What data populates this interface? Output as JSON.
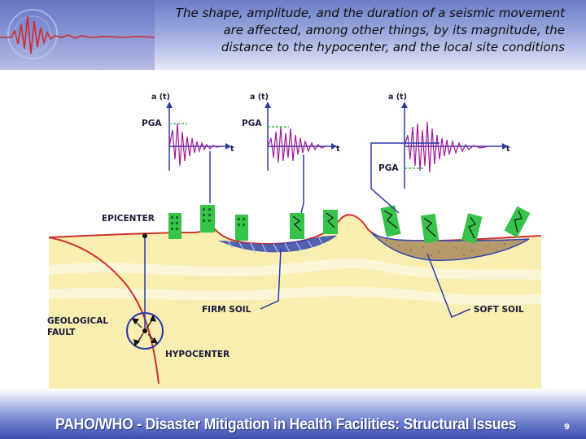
{
  "header": {
    "title_lines": [
      "The shape, amplitude, and the duration of a seismic movement",
      "are affected, among other things, by its magnitude, the",
      "distance to the hypocenter, and the local site conditions"
    ]
  },
  "diagram": {
    "accelerograms": [
      {
        "axis_y_label": "a (t)",
        "axis_x_label": "t",
        "peak_label": "PGA"
      },
      {
        "axis_y_label": "a (t)",
        "axis_x_label": "t",
        "peak_label": "PGA"
      },
      {
        "axis_y_label": "a (t)",
        "axis_x_label": "t",
        "peak_label": "PGA"
      }
    ],
    "labels": {
      "epicenter": "EPICENTER",
      "geological_fault": [
        "GEOLOGICAL",
        "FAULT"
      ],
      "hypocenter": "HYPOCENTER",
      "firm_soil": "FIRM SOIL",
      "soft_soil": "SOFT SOIL"
    },
    "colors": {
      "ground": "#f7eeb0",
      "ground_edge": "#d03030",
      "building": "#37c24a",
      "soft_soil": "#b79a6c",
      "firm_soil_hatch": "#3348b0",
      "signal_line": "#2a3aa8",
      "wave": "#a0179a"
    }
  },
  "footer": {
    "text": "PAHO/WHO - Disaster Mitigation in Health Facilities: Structural Issues",
    "page_number": "9"
  }
}
